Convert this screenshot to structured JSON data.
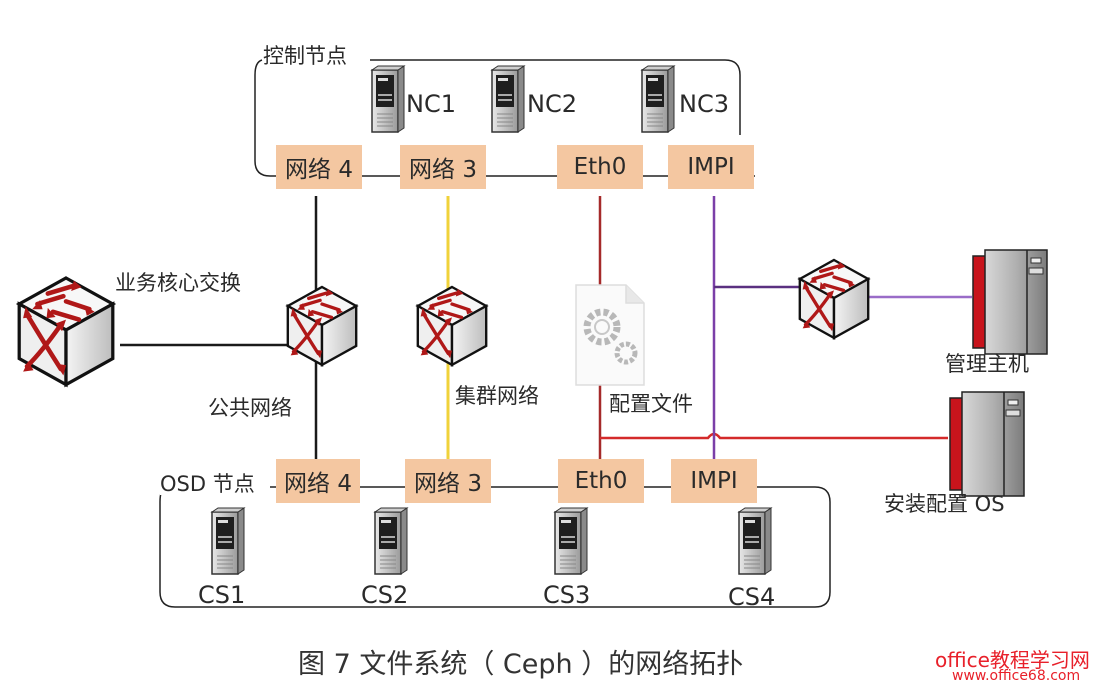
{
  "groups": {
    "control": {
      "label": "控制节点"
    },
    "osd": {
      "label": "OSD 节点"
    }
  },
  "control_nodes": [
    "NC1",
    "NC2",
    "NC3"
  ],
  "osd_nodes": [
    "CS1",
    "CS2",
    "CS3",
    "CS4"
  ],
  "control_interfaces": [
    "网络 4",
    "网络 3",
    "Eth0",
    "IMPI"
  ],
  "osd_interfaces": [
    "网络 4",
    "网络 3",
    "Eth0",
    "IMPI"
  ],
  "switches": {
    "core": {
      "label": "业务核心交换"
    },
    "public": {
      "label": "公共网络"
    },
    "cluster": {
      "label": "集群网络"
    },
    "management": {
      "label": ""
    }
  },
  "config_file": {
    "label": "配置文件",
    "icon": "gear-file-icon"
  },
  "hosts": {
    "management": {
      "label": "管理主机"
    },
    "install": {
      "label": "安装配置 OS"
    }
  },
  "colors": {
    "interface_fill": "#f4c7a1",
    "public_network": "#1a1a1a",
    "cluster_network": "#f0d23a",
    "eth0_network": "#a52a2a",
    "ipmi_network": "#7b3fa8"
  },
  "caption": "图 7  文件系统（ Ceph ）的网络拓扑",
  "watermark": {
    "title": "office教程学习网",
    "url": "www.office68.com"
  }
}
